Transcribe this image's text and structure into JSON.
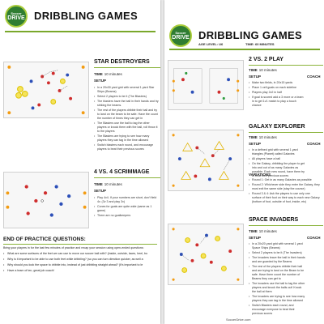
{
  "brand": {
    "line1": "Soccer",
    "line2": "DRIVE"
  },
  "left_page": {
    "title": "DRIBBLING GAMES",
    "star_destroyers": {
      "title": "STAR DESTROYERS",
      "time_label": "TIME",
      "time_value": "10 minutes",
      "setup_label": "SETUP",
      "bullets": [
        "In a 20x30 yard grid with several 1 yard Star Ships (Beams)",
        "Select 2 players to be it (The Blasters)",
        "The blasters have the ball in their hands and try striking the beams.",
        "The rest of the players dribble their ball and try to land on the beam to be safe. Have the count the number of times they can get in",
        "The Blasters use the ball to tag the other players or knock them with the ball, roll throw it to the players",
        "The Blasters are trying to see how many players they can tag in the time allowed",
        "Switch blasters each round, and encourage players to beat their previous scores"
      ]
    },
    "scrimmage": {
      "title": "4 VS. 4 SCRIMMAGE",
      "time_label": "TIME",
      "time_value": "10 minutes",
      "setup_label": "SETUP",
      "bullets": [
        "Play 4v4. If your numbers are short, don't field 4v. (3v 3 and play 3v)",
        "Cones for goals are quite wide (same as 1 game)",
        "There are no goalkeepers"
      ]
    },
    "end_questions": {
      "title": "END OF PRACTICE QUESTIONS:",
      "intro": "Bring your players in for the last few minutes of practice and recap your session using open-ended questions:",
      "items": [
        "What are some surfaces of the feet we can use to move our soccer ball with? (inside, outside, laces, heel, bo",
        "Why is it important to be able to use both feet while dribbling? (so you can turn direction quicker, as well a",
        "Why should you look the space to dribble into, instead of just dribbling straight ahead? (It's important to le",
        "Have a team of ten, great job coach!"
      ]
    }
  },
  "right_page": {
    "title": "DRIBBLING GAMES",
    "age_label": "AGE LEVEL: U6",
    "time_total": "TIME: 60 MINUTES",
    "two_vs_two": {
      "title": "2 VS. 2 PLAY",
      "time_label": "TIME",
      "time_value": "10 minutes",
      "setup_label": "SETUP",
      "coach_label": "COACH",
      "bullets": [
        "Make two fields, in 20x15 yards",
        "Place 1 cell goals on each sideline",
        "Players play 2v2 in half",
        "If goal is scored add a 3 more or a team in to get 1v1 match to play a touch chance"
      ]
    },
    "galaxy_explorer": {
      "title": "GALAXY EXPLORER",
      "time_label": "TIME",
      "time_value": "10 minutes",
      "setup_label": "SETUP",
      "coach_label": "COACH",
      "bullets": [
        "In a defined grid with several 1 yard triangles (Planet) called Galaxies",
        "All players have a ball",
        "On the Galaxy, dribbling the player to get into and out of as many Galaxies as possible. Each new round, have them try to beat their previous scores"
      ],
      "variations_label": "VARIATIONS",
      "variations": [
        "Round 1: Get in as many Galaxies as possible",
        "Round 2: Whichever side they enter the Galaxy, they must exit the same side (stay the course)",
        "Round 3 & 4: Ask the players to use only one surface of their foot on their way to each new Galaxy (bottom of foot, outside of foot, inside, etc)"
      ]
    },
    "space_invaders": {
      "title": "SPACE INVADERS",
      "time_label": "TIME",
      "time_value": "10 minutes",
      "setup_label": "SETUP",
      "coach_label": "COACH",
      "bullets": [
        "In a 20x20 yard grid with several 1 yard Space Ships (Beams)",
        "Select 2 players to be it (The Invaders)",
        "The Invaders leave the ball in their hands and are guarded by the Beams",
        "The rest of the players dribble their ball and are trying to land on the Beam to be safe. Have them count the number of Beams they can get to",
        "The invaders use the ball to tag the other players and knock the balls out! Knock the ball at them",
        "The Invaders are trying to see how many players they can tag in the time allowed",
        "Switch Blasters each round, and encourage everyone to beat their previous scores"
      ]
    },
    "footer": "SoccerDrive.com"
  }
}
